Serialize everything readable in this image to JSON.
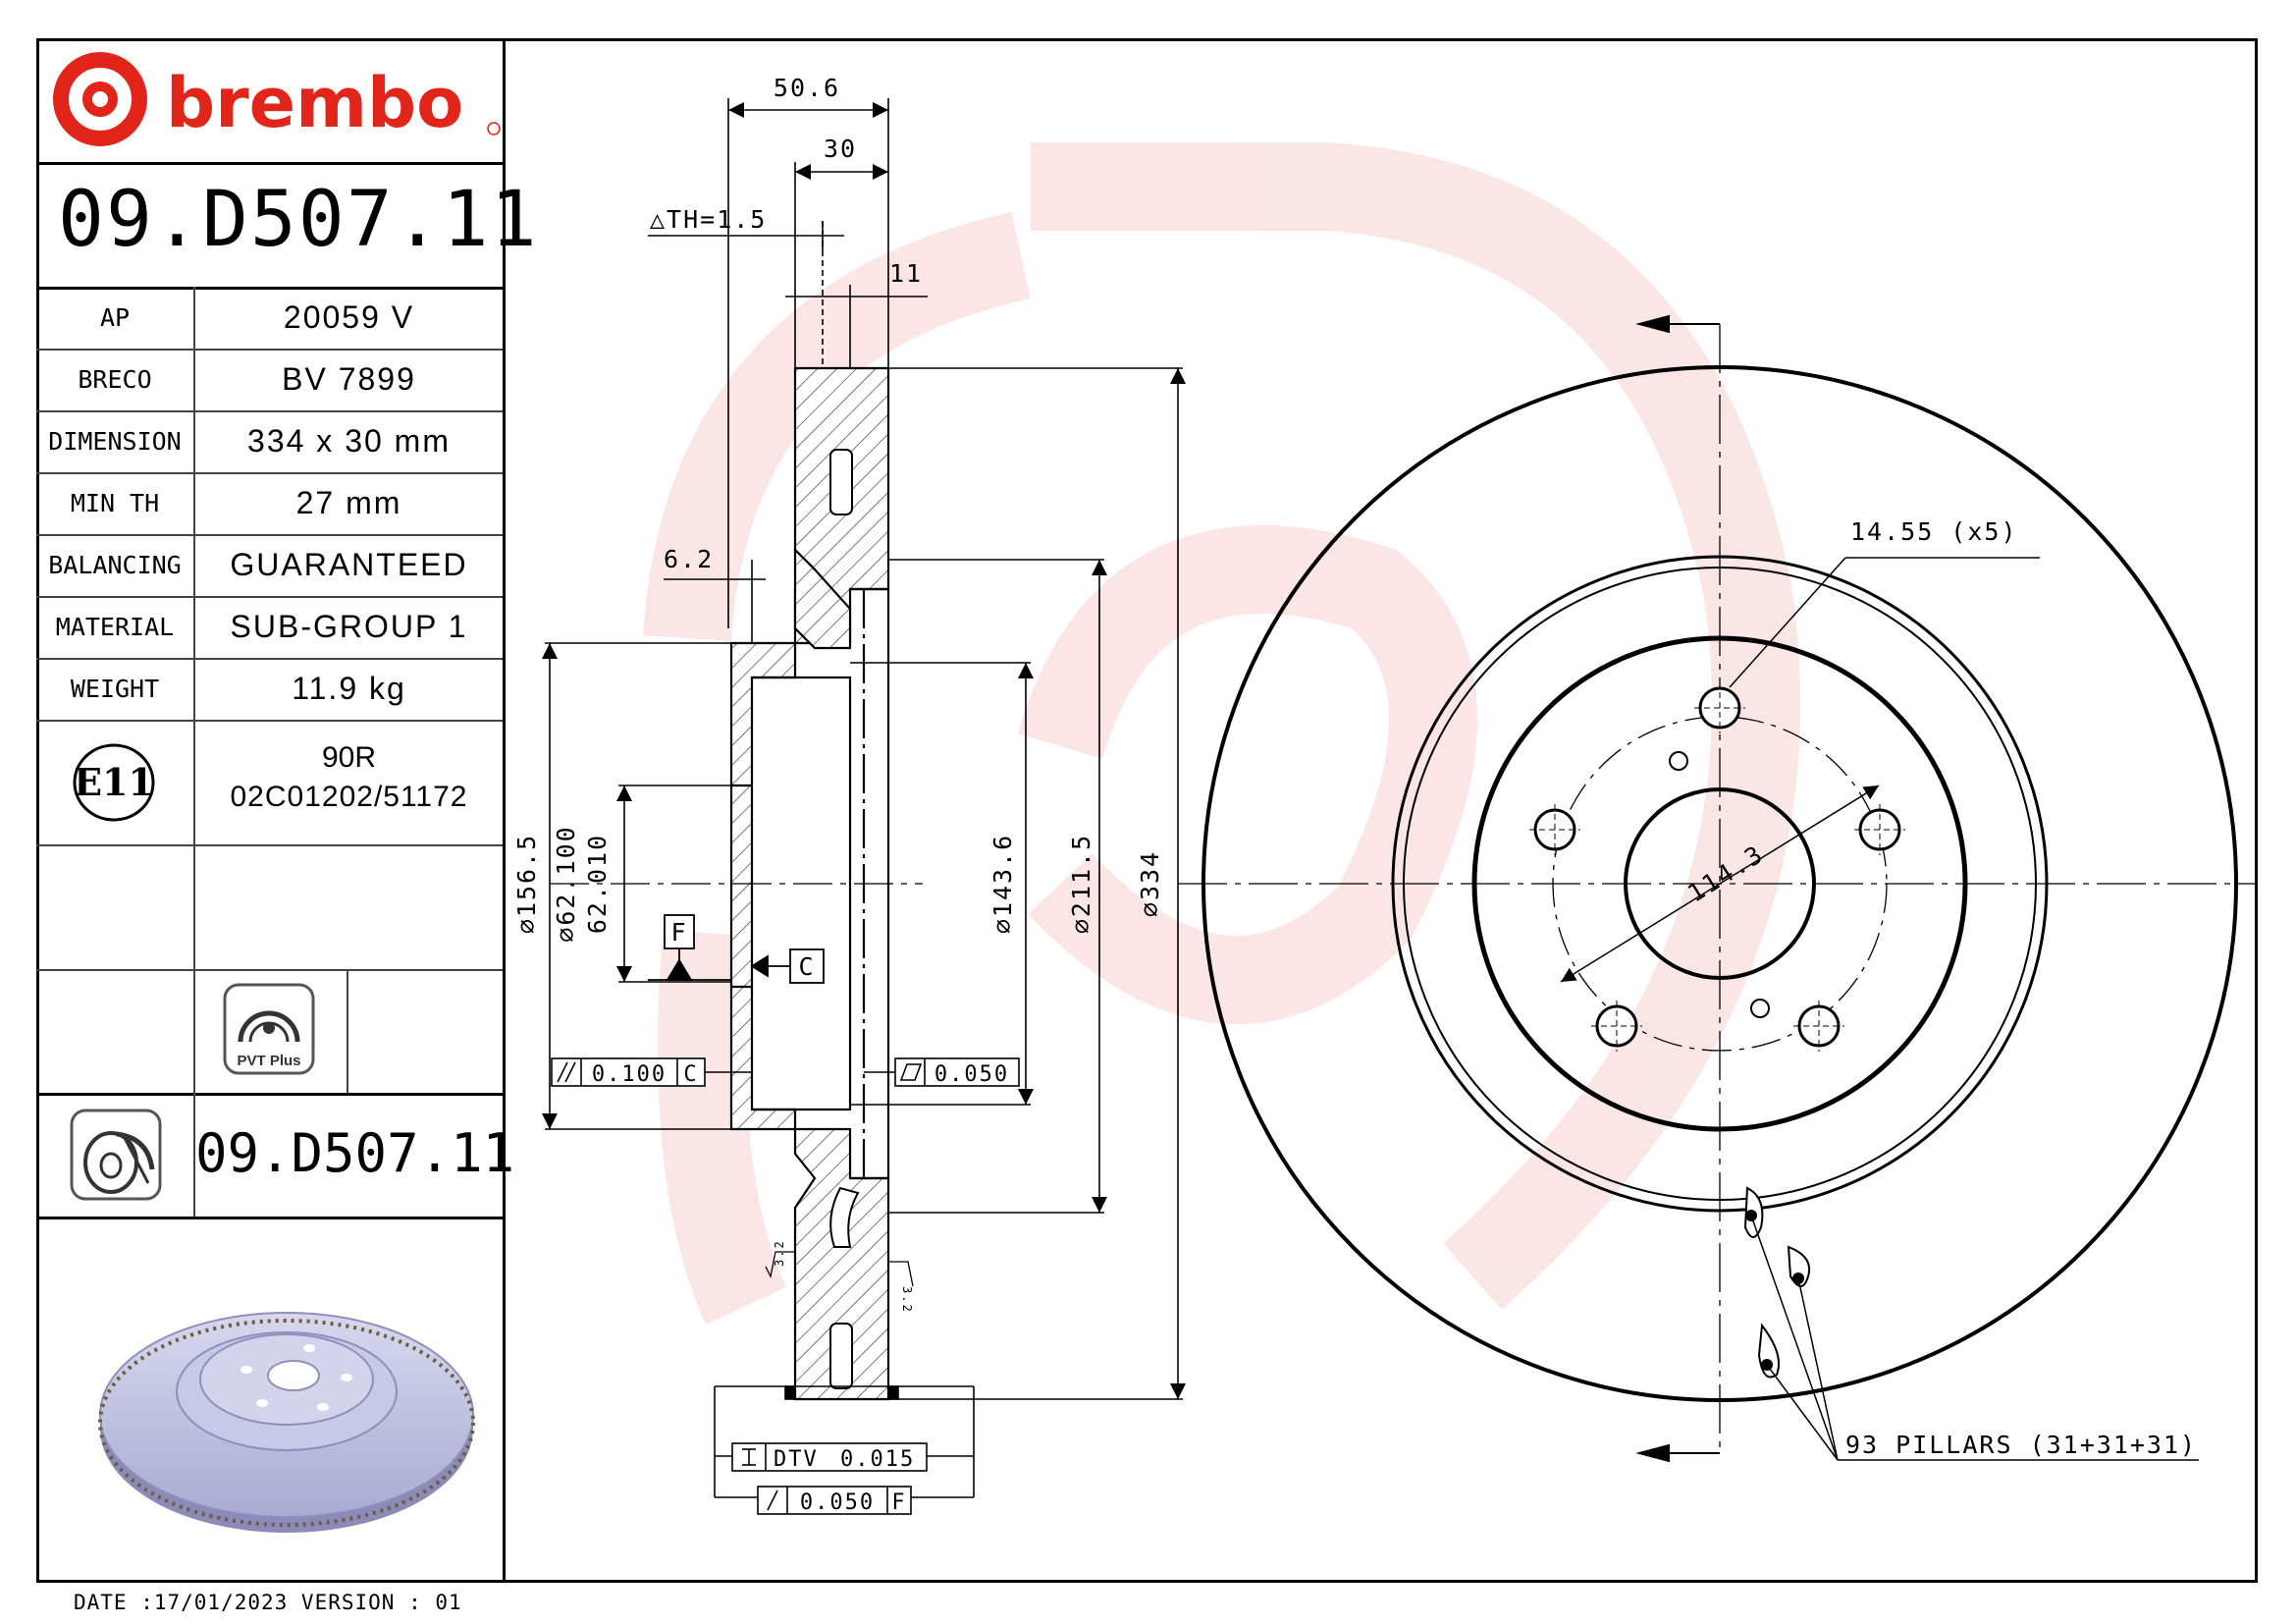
{
  "brand": {
    "name": "brembo",
    "color": "#e1251b"
  },
  "part_number": "09.D507.11",
  "specs": [
    {
      "key": "AP",
      "value": "20059 V"
    },
    {
      "key": "BRECO",
      "value": "BV 7899"
    },
    {
      "key": "DIMENSION",
      "value": "334 x 30 mm"
    },
    {
      "key": "MIN TH",
      "value": "27 mm"
    },
    {
      "key": "BALANCING",
      "value": "GUARANTEED"
    },
    {
      "key": "MATERIAL",
      "value": "SUB-GROUP 1"
    },
    {
      "key": "WEIGHT",
      "value": "11.9 kg"
    }
  ],
  "certification": {
    "mark": "E11",
    "line1": "90R",
    "line2": "02C01202/51172"
  },
  "pvt_label": "PVT Plus",
  "part_number_bottom": "09.D507.11",
  "footer": "DATE :17/01/2023 VERSION : 01",
  "drawing": {
    "dims": {
      "overall_width": "50.6",
      "thickness": "30",
      "th_tolerance": "△TH=1.5",
      "slot": "11",
      "hat_offset": "6.2",
      "d156": "⌀156.5",
      "d62a": "⌀62.100",
      "d62b": "62.010",
      "d143": "⌀143.6",
      "d211": "⌀211.5",
      "d334": "⌀334",
      "pcd": "114.3",
      "holes": "14.55 (x5)",
      "pillars": "93 PILLARS (31+31+31)"
    },
    "tolerances": {
      "parallel": "0.100",
      "parallel_ref": "C",
      "flat": "0.050",
      "dtv_label": "DTV",
      "dtv": "0.015",
      "runout": "0.050",
      "runout_ref": "F",
      "datum_f": "F",
      "datum_c": "C",
      "roughness": "3.2"
    }
  }
}
